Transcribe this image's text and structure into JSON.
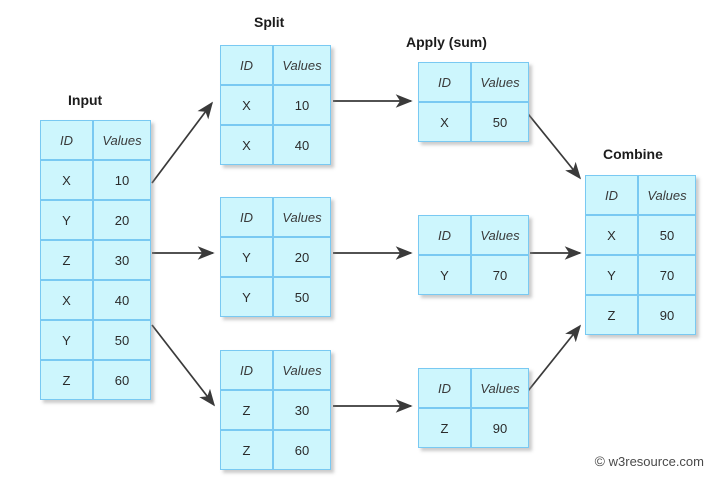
{
  "diagram": {
    "title_input": "Input",
    "title_split": "Split",
    "title_apply": "Apply (sum)",
    "title_combine": "Combine",
    "columns": [
      "ID",
      "Values"
    ],
    "colors": {
      "cell_fill": "#cdf6fd",
      "cell_border": "#79c9f2",
      "arrow": "#3a3a3a",
      "text": "#2b2b2b",
      "background": "#ffffff"
    }
  },
  "input_table": {
    "headers": [
      "ID",
      "Values"
    ],
    "rows": [
      [
        "X",
        "10"
      ],
      [
        "Y",
        "20"
      ],
      [
        "Z",
        "30"
      ],
      [
        "X",
        "40"
      ],
      [
        "Y",
        "50"
      ],
      [
        "Z",
        "60"
      ]
    ]
  },
  "split_tables": [
    {
      "headers": [
        "ID",
        "Values"
      ],
      "rows": [
        [
          "X",
          "10"
        ],
        [
          "X",
          "40"
        ]
      ]
    },
    {
      "headers": [
        "ID",
        "Values"
      ],
      "rows": [
        [
          "Y",
          "20"
        ],
        [
          "Y",
          "50"
        ]
      ]
    },
    {
      "headers": [
        "ID",
        "Values"
      ],
      "rows": [
        [
          "Z",
          "30"
        ],
        [
          "Z",
          "60"
        ]
      ]
    }
  ],
  "apply_tables": [
    {
      "headers": [
        "ID",
        "Values"
      ],
      "rows": [
        [
          "X",
          "50"
        ]
      ]
    },
    {
      "headers": [
        "ID",
        "Values"
      ],
      "rows": [
        [
          "Y",
          "70"
        ]
      ]
    },
    {
      "headers": [
        "ID",
        "Values"
      ],
      "rows": [
        [
          "Z",
          "90"
        ]
      ]
    }
  ],
  "combine_table": {
    "headers": [
      "ID",
      "Values"
    ],
    "rows": [
      [
        "X",
        "50"
      ],
      [
        "Y",
        "70"
      ],
      [
        "Z",
        "90"
      ]
    ]
  },
  "watermark": {
    "symbol": "©",
    "text": "w3resource.com"
  }
}
